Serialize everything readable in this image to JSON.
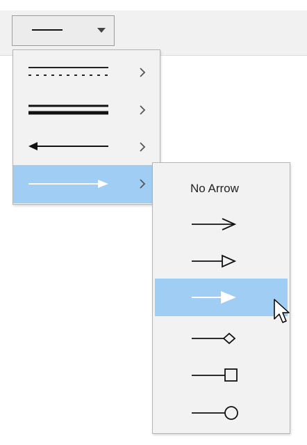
{
  "line_style_menu": {
    "items": [
      {
        "name": "dashed-line-style",
        "submenu": true
      },
      {
        "name": "double-line-style",
        "submenu": true
      },
      {
        "name": "arrow-left-line-style",
        "submenu": true
      },
      {
        "name": "arrow-right-line-style",
        "submenu": true,
        "highlighted": true
      }
    ]
  },
  "arrow_submenu": {
    "no_arrow_label": "No Arrow",
    "items": [
      "no-arrow",
      "open-arrow",
      "hollow-triangle-arrow",
      "filled-triangle-arrow",
      "diamond-end",
      "square-end",
      "circle-end"
    ],
    "highlighted_index": 3
  },
  "colors": {
    "highlight": "#9fcdf3",
    "menu_bg": "#f2f2f2"
  }
}
